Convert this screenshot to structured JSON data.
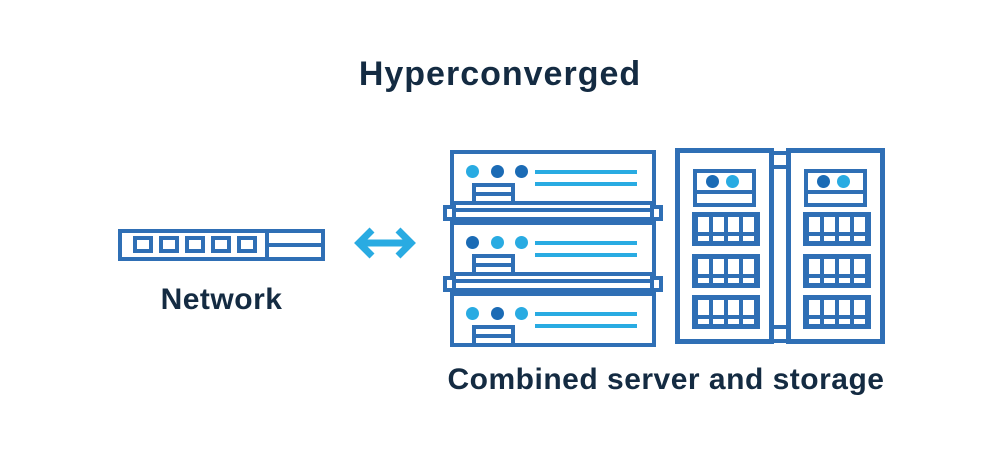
{
  "title": "Hyperconverged",
  "network": {
    "label": "Network",
    "ports": 5
  },
  "combined": {
    "label": "Combined server and storage"
  },
  "link": {
    "icon": "double-headed-arrow",
    "color": "#29abe2"
  },
  "servers": {
    "units": [
      {
        "dots": [
          "cyan",
          "blue",
          "blue"
        ]
      },
      {
        "dots": [
          "blue",
          "cyan",
          "cyan"
        ]
      },
      {
        "dots": [
          "cyan",
          "blue",
          "cyan"
        ]
      }
    ]
  },
  "storage": {
    "towers": [
      {
        "dots": [
          "blue",
          "cyan"
        ],
        "bays": 3
      },
      {
        "dots": [
          "blue",
          "cyan"
        ],
        "bays": 3
      }
    ]
  },
  "colors": {
    "outline": "#2f6fb5",
    "cyan": "#29abe2",
    "blue_dot": "#1b6bb5",
    "text": "#142b42",
    "background": "#ffffff"
  }
}
